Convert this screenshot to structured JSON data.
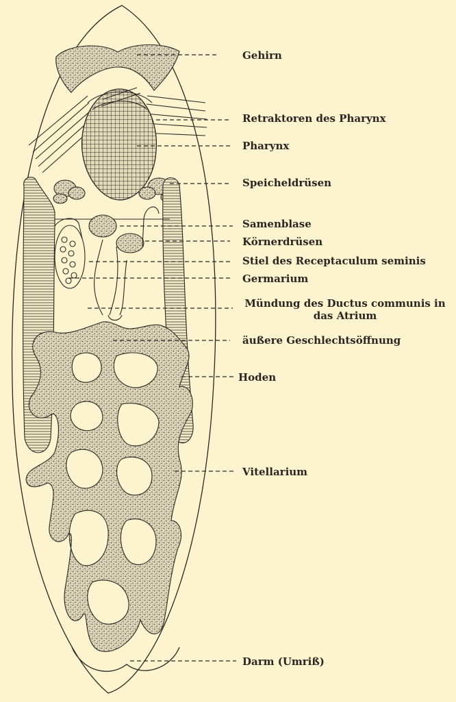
{
  "labels": {
    "gehirn": "Gehirn",
    "retraktoren": "Retraktoren des Pharynx",
    "pharynx": "Pharynx",
    "speicheldruesen": "Speicheldrüsen",
    "samenblase": "Samenblase",
    "koernerdruesen": "Körnerdrüsen",
    "stiel": "Stiel des Receptaculum seminis",
    "germarium": "Germarium",
    "muendung_line1": "Mündung des Ductus communis in",
    "muendung_line2": "das Atrium",
    "geschlechtsoeffnung": "äußere Geschlechtsöffnung",
    "hoden": "Hoden",
    "vitellarium": "Vitellarium",
    "darm": "Darm (Umriß)"
  },
  "colors": {
    "paper": "#fbf4cf",
    "ink": "#2a2520",
    "stipple_fill": "#d9d2b4"
  }
}
